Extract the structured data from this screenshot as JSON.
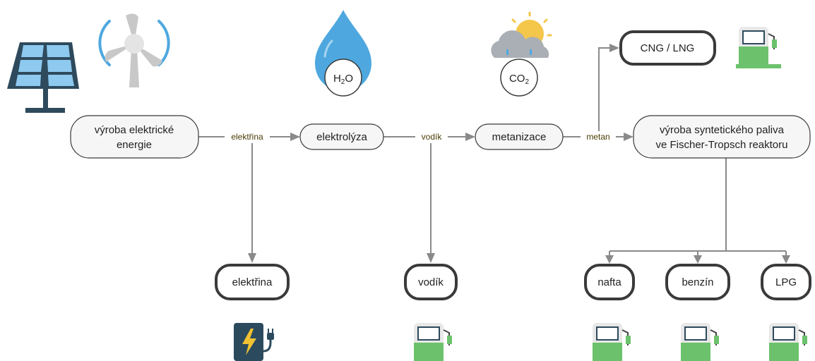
{
  "nodes": {
    "vyroba_elektricke": {
      "line1": "výroba elektrické",
      "line2": "energie"
    },
    "elektrolyza": "elektrolýza",
    "metanizace": "metanizace",
    "vyroba_synteticke": {
      "line1": "výroba syntetického paliva",
      "line2": "ve Fischer-Tropsch reaktoru"
    },
    "cng_lng": "CNG / LNG",
    "elektrina": "elektřina",
    "vodik": "vodík",
    "nafta": "nafta",
    "benzin": "benzín",
    "lpg": "LPG"
  },
  "edge_labels": {
    "elektrina": "elektřina",
    "vodik": "vodík",
    "metan": "metan"
  },
  "inputs": {
    "h2o": {
      "main": "H",
      "sub": "2",
      "tail": "O"
    },
    "co2": {
      "main": "CO",
      "sub": "2"
    }
  },
  "icons": {
    "solar": "solar-panel-icon",
    "wind": "wind-turbine-icon",
    "water": "water-drop-icon",
    "cloud": "cloud-sun-icon",
    "charger": "ev-charger-icon",
    "pump": "fuel-pump-icon"
  },
  "colors": {
    "solar_panel": "#5ba8e0",
    "solar_dark": "#2e4a5c",
    "water_drop": "#4ea8df",
    "cloud": "#a9afb4",
    "sun": "#f4c64a",
    "pump_green": "#6cc26c",
    "charger_dark": "#2b4a5e",
    "charger_bolt": "#f1c232",
    "arrow": "#8a8a8a"
  }
}
